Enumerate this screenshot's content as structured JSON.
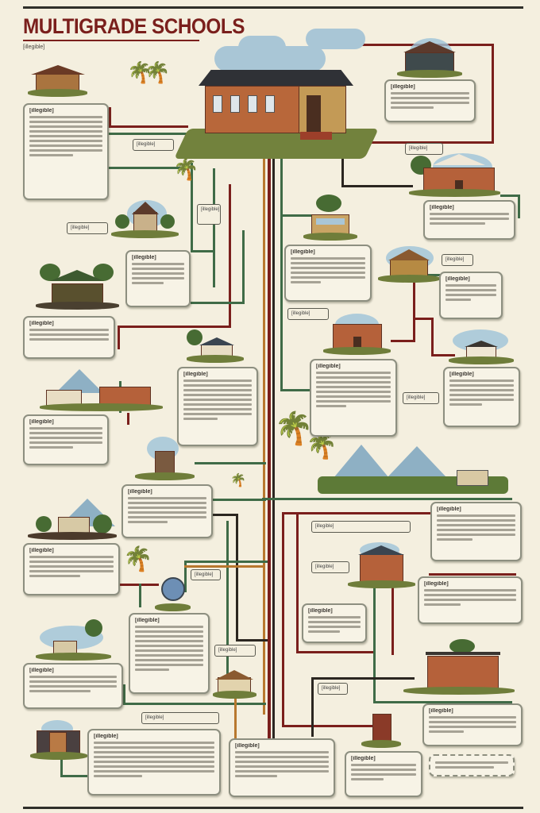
{
  "header": {
    "title": "MULTIGRADE SCHOOLS",
    "subtitle": "[illegible]"
  },
  "colors": {
    "background": "#f4efdf",
    "title": "#7a1f1c",
    "line_red": "#7a1f1c",
    "line_green": "#3f6b47",
    "line_black": "#2b2620",
    "line_orange": "#b8782e",
    "box_border": "#8d8f80",
    "brick": "#b5613a",
    "sky": "#9ec3d8"
  },
  "info_boxes": [
    {
      "id": "box-1",
      "heading": "[illegible]",
      "lines": 10
    },
    {
      "id": "box-2",
      "heading": "[illegible]",
      "lines": 4
    },
    {
      "id": "box-3",
      "heading": "[illegible]",
      "lines": 4
    },
    {
      "id": "box-4",
      "heading": "[illegible]",
      "lines": 5
    },
    {
      "id": "box-5",
      "heading": "[illegible]",
      "lines": 6
    },
    {
      "id": "box-6",
      "heading": "[illegible]",
      "lines": 3
    },
    {
      "id": "box-7",
      "heading": "[illegible]",
      "lines": 4
    },
    {
      "id": "box-8",
      "heading": "[illegible]",
      "lines": 9
    },
    {
      "id": "box-9",
      "heading": "[illegible]",
      "lines": 7
    },
    {
      "id": "box-10",
      "heading": "[illegible]",
      "lines": 5
    },
    {
      "id": "box-11",
      "heading": "[illegible]",
      "lines": 6
    },
    {
      "id": "box-12",
      "heading": "[illegible]",
      "lines": 5
    },
    {
      "id": "box-13",
      "heading": "[illegible]",
      "lines": 6
    },
    {
      "id": "box-14",
      "heading": "[illegible]",
      "lines": 4
    },
    {
      "id": "box-15",
      "heading": "[illegible]",
      "lines": 10
    },
    {
      "id": "box-16",
      "heading": "[illegible]",
      "lines": 5
    },
    {
      "id": "box-17",
      "heading": "[illegible]",
      "lines": 3
    },
    {
      "id": "box-18",
      "heading": "[illegible]",
      "lines": 8
    },
    {
      "id": "box-19",
      "heading": "[illegible]",
      "lines": 7
    },
    {
      "id": "box-20",
      "heading": "[illegible]",
      "lines": 4
    },
    {
      "id": "box-21",
      "heading": "[illegible]",
      "lines": 2
    }
  ],
  "tags": [
    "[illegible]",
    "[illegible]",
    "[illegible]",
    "[illegible]",
    "[illegible]",
    "[illegible]",
    "[illegible]",
    "[illegible]",
    "[illegible]",
    "[illegible]",
    "[illegible]",
    "[illegible]",
    "[illegible]",
    "[illegible]",
    "[illegible]"
  ]
}
